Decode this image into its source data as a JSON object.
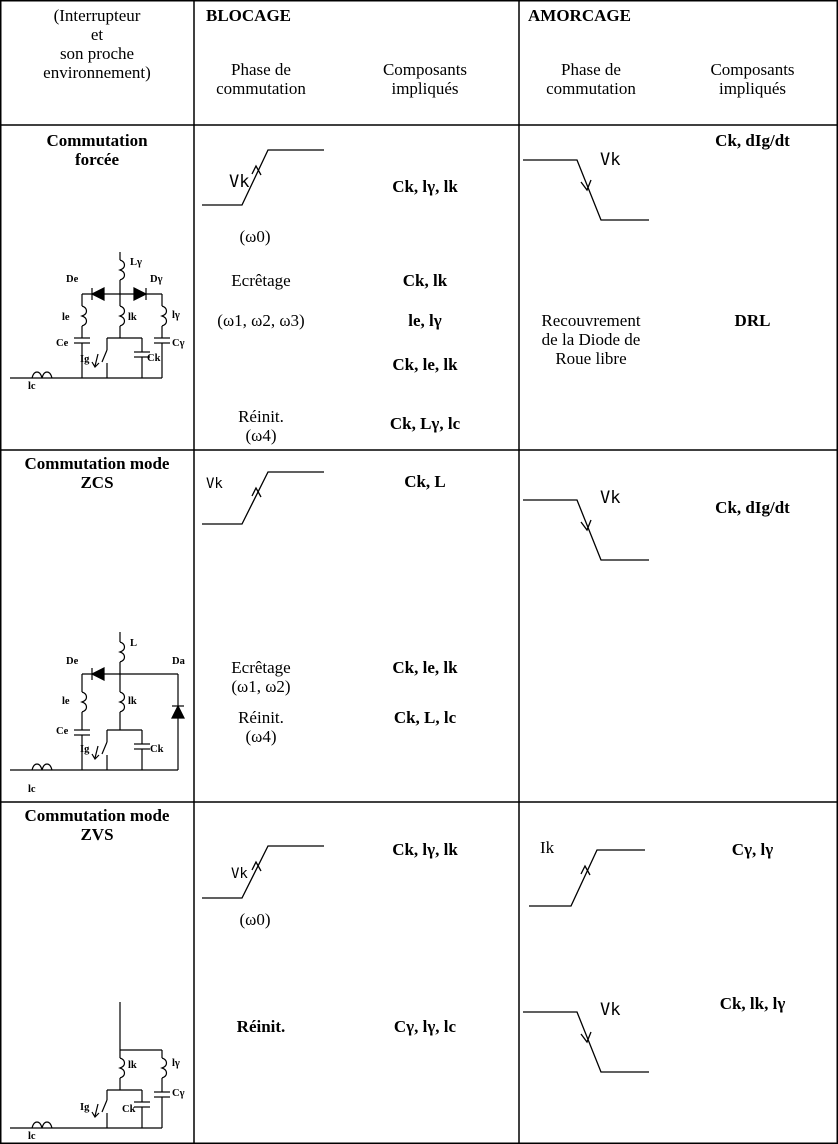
{
  "header": {
    "col1": "(Interrupteur\net\nson proche\nenvironnement)",
    "blocage": "BLOCAGE",
    "amorcage": "AMORCAGE",
    "phase_blocage": "Phase de\ncommutation",
    "composants_blocage": "Composants\nimpliqués",
    "phase_amorcage": "Phase de\ncommutation",
    "composants_amorcage": "Composants\nimpliqués"
  },
  "rows": [
    {
      "title": "Commutation\nforcée",
      "block_wave_label": "Vk",
      "block_omega0": "(ω0)",
      "block_comp1": "Ck, lγ, lk",
      "block_ecretage": "Ecrêtage",
      "block_comp2": "Ck, lk",
      "block_omega123": "(ω1, ω2, ω3)",
      "block_comp3": "le, lγ",
      "block_comp4": "Ck, le, lk",
      "block_reinit": "Réinit.\n(ω4)",
      "block_comp5": "Ck, Lγ, lc",
      "amor_comp1": "Ck, dIg/dt",
      "amor_wave_label": "Vk",
      "amor_phase": "Recouvrement\nde la Diode de\nRoue libre",
      "amor_comp2": "DRL",
      "circuit": {
        "Ly": "Lγ",
        "De": "De",
        "Dy": "Dγ",
        "le": "le",
        "lk": "lk",
        "ly": "lγ",
        "Ce": "Ce",
        "Cy": "Cγ",
        "Ig": "Ig",
        "Ck": "Ck",
        "lc": "lc"
      }
    },
    {
      "title": "Commutation mode\nZCS",
      "block_wave_label": "Vk",
      "block_comp1": "Ck, L",
      "block_ecretage": "Ecrêtage\n(ω1, ω2)",
      "block_comp2": "Ck, le, lk",
      "block_reinit": "Réinit.\n(ω4)",
      "block_comp3": "Ck, L, lc",
      "amor_wave_label": "Vk",
      "amor_comp1": "Ck, dIg/dt",
      "circuit": {
        "L": "L",
        "De": "De",
        "Da": "Da",
        "le": "le",
        "lk": "lk",
        "Ce": "Ce",
        "Ig": "Ig",
        "Ck": "Ck",
        "lc": "lc"
      }
    },
    {
      "title": "Commutation mode\nZVS",
      "block_wave_label": "Vk",
      "block_omega0": "(ω0)",
      "block_comp1": "Ck, lγ, lk",
      "block_reinit": "Réinit.",
      "block_comp2": "Cγ, lγ, lc",
      "amor_wave1_label": "Ik",
      "amor_comp1": "Cγ, lγ",
      "amor_wave2_label": "Vk",
      "amor_comp2": "Ck, lk, lγ",
      "circuit": {
        "lk": "lk",
        "ly": "lγ",
        "Ig": "Ig",
        "Ck": "Ck",
        "Cy": "Cγ",
        "lc": "lc"
      }
    }
  ]
}
